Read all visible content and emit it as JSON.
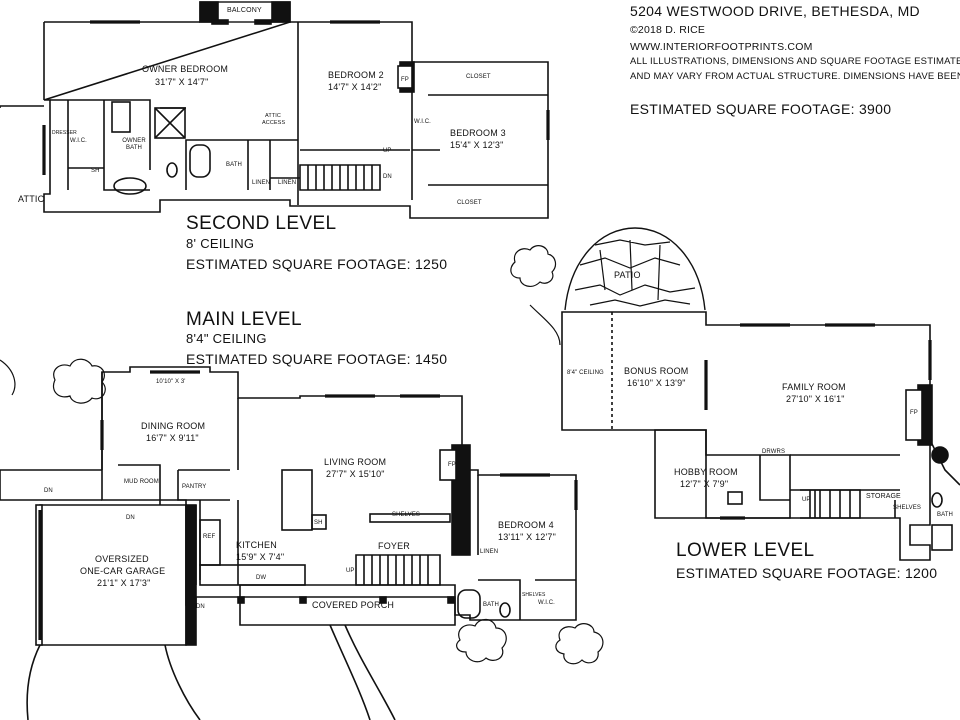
{
  "header": {
    "address": "5204 WESTWOOD DRIVE, BETHESDA, MD",
    "copyright": "©2018 D. RICE",
    "website": "WWW.INTERIORFOOTPRINTS.COM",
    "disclaimer_1": "ALL ILLUSTRATIONS, DIMENSIONS AND SQUARE FOOTAGE ESTIMATES",
    "disclaimer_2": "AND MAY VARY FROM ACTUAL STRUCTURE. DIMENSIONS HAVE BEEN RO",
    "total_sqft": "ESTIMATED SQUARE FOOTAGE: 3900"
  },
  "levels": {
    "second": {
      "title": "SECOND LEVEL",
      "ceiling": "8' CEILING",
      "sqft": "ESTIMATED SQUARE FOOTAGE: 1250"
    },
    "main": {
      "title": "MAIN LEVEL",
      "ceiling": "8'4\" CEILING",
      "sqft": "ESTIMATED SQUARE FOOTAGE: 1450"
    },
    "lower": {
      "title": "LOWER LEVEL",
      "sqft": "ESTIMATED SQUARE FOOTAGE: 1200"
    }
  },
  "rooms": {
    "second": {
      "balcony": "BALCONY",
      "owner_bedroom": "OWNER BEDROOM",
      "owner_bedroom_dim": "31'7\" X 14'7\"",
      "bedroom2": "BEDROOM 2",
      "bedroom2_dim": "14'7\" X 14'2\"",
      "closet_top": "CLOSET",
      "fp": "FP",
      "wic": "W.I.C.",
      "wic2": "W.I.C.",
      "bedroom3": "BEDROOM 3",
      "bedroom3_dim": "15'4\" X 12'3\"",
      "closet_bottom": "CLOSET",
      "owner_bath": "OWNER BATH",
      "bath": "BATH",
      "attic_access": "ATTIC ACCESS",
      "linen1": "LINEN",
      "linen2": "LINEN",
      "up": "UP",
      "dn": "DN",
      "dresser": "DRESSER",
      "sh": "SH",
      "attic": "ATTIC"
    },
    "main": {
      "alcove": "10'10\" X 3'",
      "dining_room": "DINING ROOM",
      "dining_room_dim": "16'7\" X 9'11\"",
      "living_room": "LIVING ROOM",
      "living_room_dim": "27'7\" X 15'10\"",
      "fp": "FP",
      "mud_room": "MUD ROOM",
      "pantry": "PANTRY",
      "kitchen": "KITCHEN",
      "kitchen_dim": "15'9\" X 7'4\"",
      "ref": "REF",
      "sh": "SH",
      "dw": "DW",
      "shelves": "SHELVES",
      "foyer": "FOYER",
      "bedroom4": "BEDROOM 4",
      "bedroom4_dim": "13'11\" X 12'7\"",
      "linen": "LINEN",
      "bath": "BATH",
      "wic": "W.I.C.",
      "shelves_v": "SHELVES",
      "covered_porch": "COVERED PORCH",
      "garage": "OVERSIZED ONE-CAR GARAGE",
      "garage_line1": "OVERSIZED",
      "garage_line2": "ONE-CAR GARAGE",
      "garage_dim": "21'1\" X 17'3\"",
      "dn1": "DN",
      "dn2": "DN",
      "dn3": "DN",
      "up": "UP"
    },
    "lower": {
      "patio": "PATIO",
      "ceiling_note": "8'4\" CEILING",
      "bonus_room": "BONUS ROOM",
      "bonus_room_dim": "16'10\" X 13'9\"",
      "family_room": "FAMILY ROOM",
      "family_room_dim": "27'10\" X 16'1\"",
      "fp": "FP",
      "hobby_room": "HOBBY ROOM",
      "hobby_room_dim": "12'7\" X 7'9\"",
      "drwrs": "DRWRS",
      "storage": "STORAGE",
      "shelves": "SHELVES",
      "bath": "BATH",
      "up": "UP"
    }
  },
  "colors": {
    "ink": "#111111",
    "background": "#ffffff"
  }
}
